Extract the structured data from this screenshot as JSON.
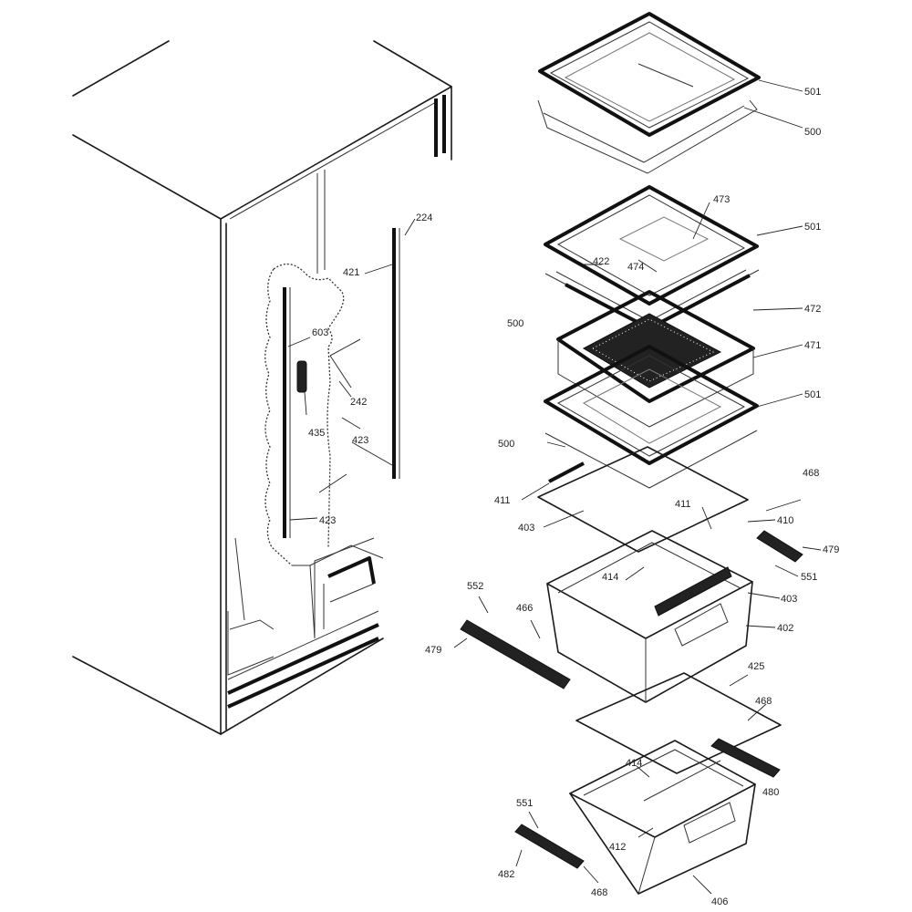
{
  "callouts": {
    "c501a": "501",
    "c500a": "500",
    "c473": "473",
    "c501b": "501",
    "c422": "422",
    "c474": "474",
    "c500b": "500",
    "c472": "472",
    "c471": "471",
    "c501c": "501",
    "c500c": "500",
    "c411a": "411",
    "c403": "403",
    "c411b": "411",
    "c468a": "468",
    "c410": "410",
    "c479a": "479",
    "c551a": "551",
    "c414a": "414",
    "c403b": "403",
    "c402": "402",
    "c552": "552",
    "c466": "466",
    "c479b": "479",
    "c425": "425",
    "c468b": "468",
    "c414b": "414",
    "c480": "480",
    "c551b": "551",
    "c412": "412",
    "c482": "482",
    "c468c": "468",
    "c406": "406",
    "c224": "224",
    "c421a": "421",
    "c603": "603",
    "c242": "242",
    "c435": "435",
    "c423a": "423",
    "c423b": "423"
  }
}
